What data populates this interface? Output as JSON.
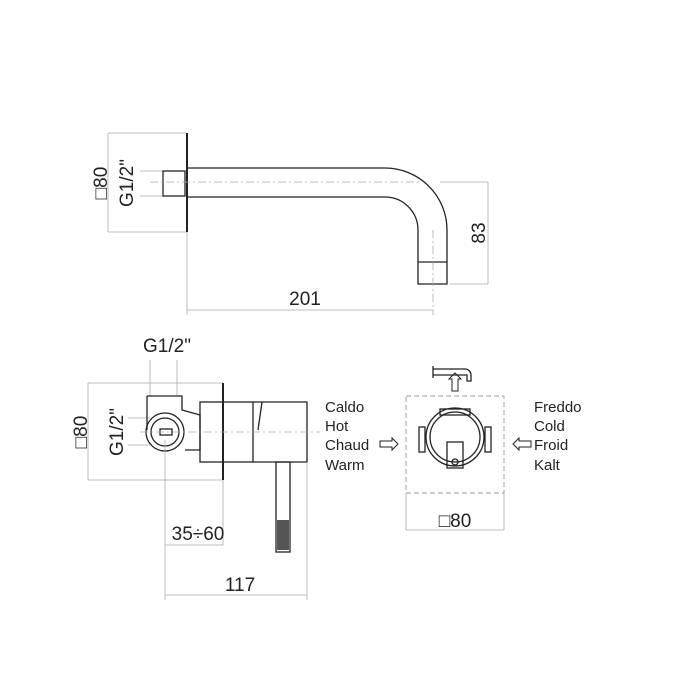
{
  "spout_view": {
    "flange_size": "□80",
    "thread": "G1/2\"",
    "height_dim": "83",
    "length_dim": "201"
  },
  "mixer_view": {
    "top_thread": "G1/2\"",
    "side_thread": "G1/2\"",
    "flange_size": "□80",
    "depth_dim": "35÷60",
    "length_dim": "117"
  },
  "front_view": {
    "hot_labels": [
      "Caldo",
      "Hot",
      "Chaud",
      "Warm"
    ],
    "cold_labels": [
      "Freddo",
      "Cold",
      "Froid",
      "Kalt"
    ],
    "box_size": "□80"
  }
}
